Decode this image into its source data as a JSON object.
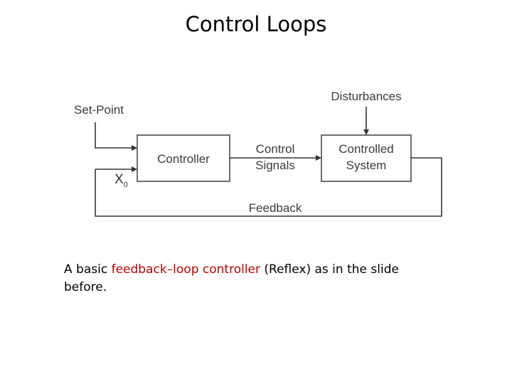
{
  "slide": {
    "title": "Control Loops"
  },
  "diagram": {
    "set_point_label": "Set-Point",
    "input_label": "X",
    "input_subscript": "0",
    "controller_label": "Controller",
    "control_signals_line1": "Control",
    "control_signals_line2": "Signals",
    "controlled_system_line1": "Controlled",
    "controlled_system_line2": "System",
    "disturbances_label": "Disturbances",
    "feedback_label": "Feedback"
  },
  "caption": {
    "prefix": "A basic ",
    "highlight": "feedback–loop controller",
    "suffix": " (Reflex) as in the slide before.",
    "highlight_color": "#c00000"
  }
}
